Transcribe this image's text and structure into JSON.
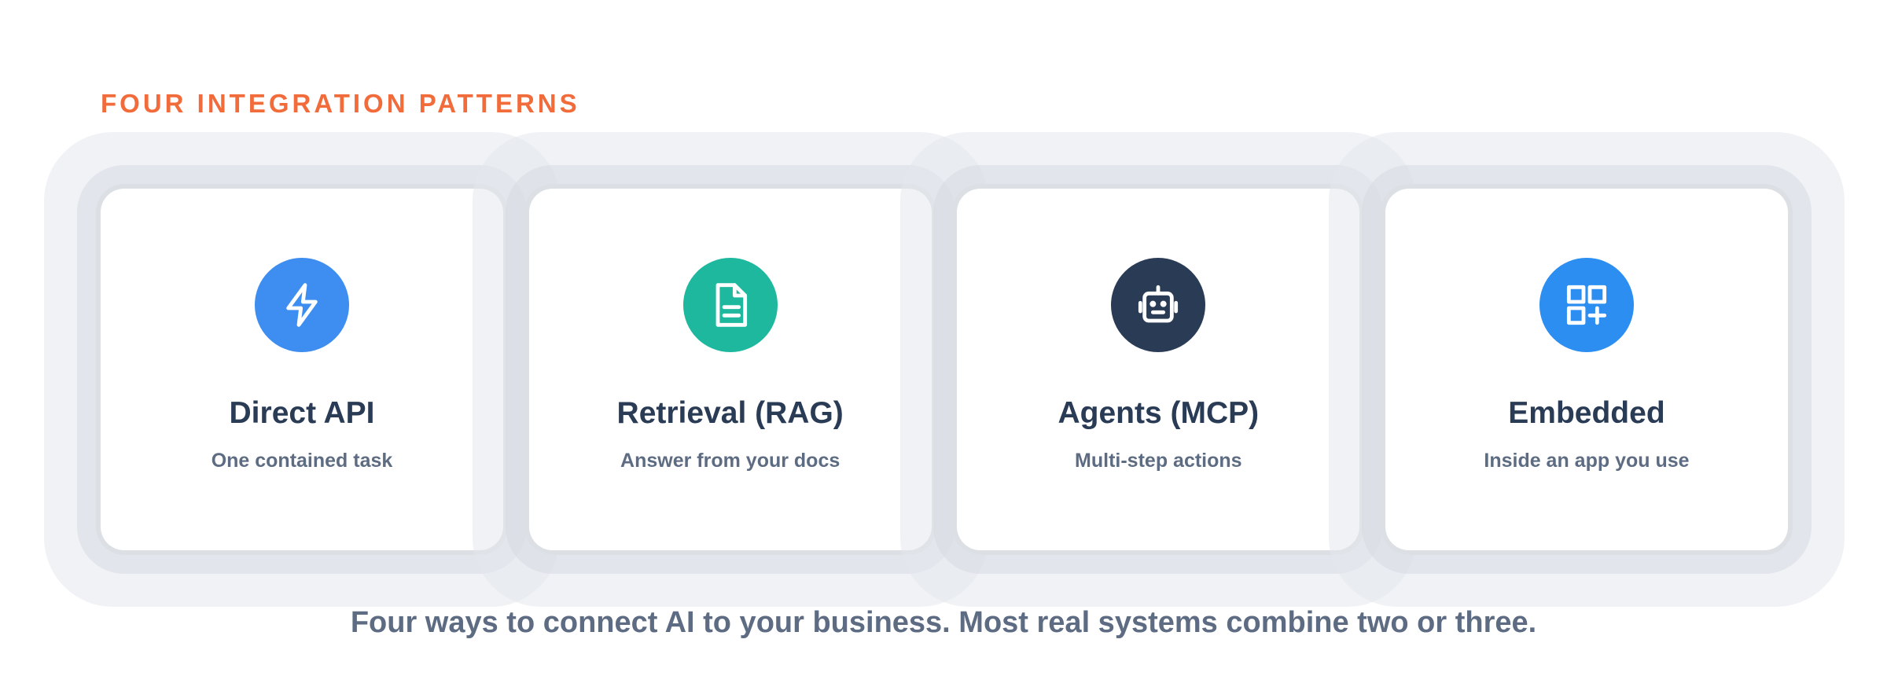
{
  "header": {
    "eyebrow": "FOUR INTEGRATION PATTERNS"
  },
  "cards": [
    {
      "title": "Direct API",
      "subtitle": "One contained task",
      "icon": "lightning-bolt-icon",
      "color": "#3d8ef0"
    },
    {
      "title": "Retrieval (RAG)",
      "subtitle": "Answer from your docs",
      "icon": "document-icon",
      "color": "#1eb89e"
    },
    {
      "title": "Agents (MCP)",
      "subtitle": "Multi-step actions",
      "icon": "robot-icon",
      "color": "#2a3c55"
    },
    {
      "title": "Embedded",
      "subtitle": "Inside an app you use",
      "icon": "app-grid-plus-icon",
      "color": "#2b8ef0"
    }
  ],
  "footer": {
    "text": "Four ways to connect AI to your business. Most real systems combine two or three."
  }
}
